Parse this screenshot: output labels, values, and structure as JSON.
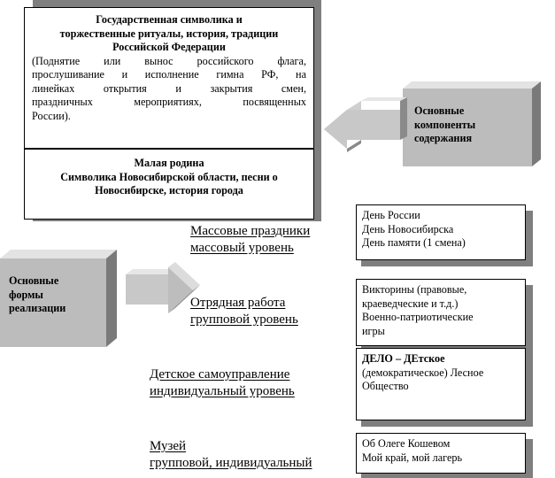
{
  "top_box": {
    "title_lines": [
      "Государственная символика и",
      "торжественные ритуалы, история, традиции",
      "Российской Федерации"
    ],
    "body_lines": [
      "(Поднятие или вынос российского флага,",
      "прослушивание и исполнение гимна РФ, на",
      "линейках открытия и закрытия смен,",
      "праздничных мероприятиях, посвященных",
      "России)."
    ]
  },
  "bottom_box": {
    "lines": [
      "Малая родина",
      "Символика Новосибирской области, песни о",
      "Новосибирске, история города"
    ]
  },
  "components_cube": {
    "lines": [
      "Основные",
      "компоненты",
      "содержания"
    ]
  },
  "forms_cube": {
    "lines": [
      "Основные",
      "формы",
      "реализации"
    ]
  },
  "levels": [
    {
      "label_lines": [
        "Массовые праздники",
        "массовый уровень"
      ],
      "items": [
        "День России",
        "День Новосибирска",
        "День памяти (1 смена)"
      ]
    },
    {
      "label_lines": [
        "Отрядная работа",
        "групповой уровень"
      ],
      "items": [
        "Викторины (правовые,",
        "краеведческие и т.д.)",
        "Военно-патриотические",
        "игры"
      ]
    },
    {
      "label_lines": [
        "Детское самоуправление",
        "индивидуальный уровень"
      ],
      "items": [
        "ДЕЛО – ДЕтское",
        "(демократическое) Лесное",
        "Общество"
      ]
    },
    {
      "label_lines": [
        "Музей",
        "групповой, индивидуальный"
      ],
      "items": [
        "Об Олеге Кошевом",
        "Мой край, мой лагерь"
      ]
    }
  ]
}
